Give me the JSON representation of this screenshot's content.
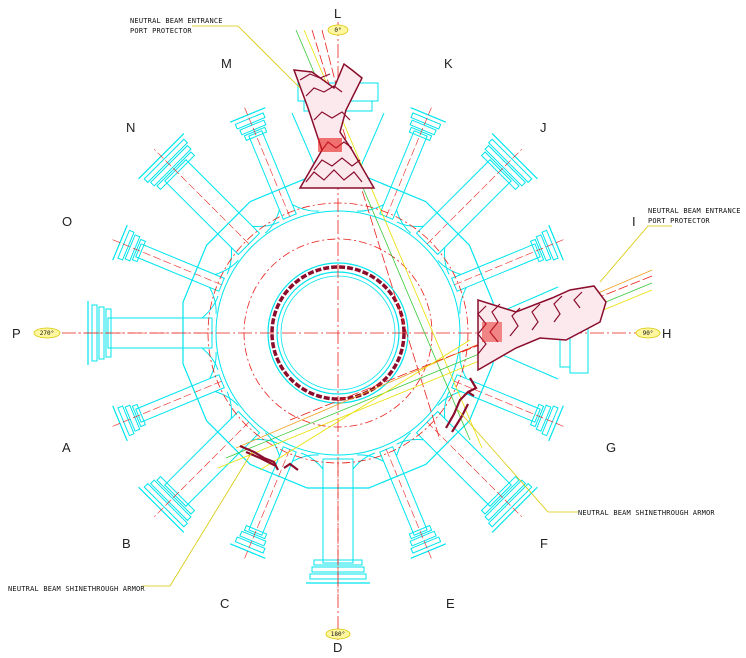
{
  "port_labels": {
    "L": "L",
    "M": "M",
    "K": "K",
    "N": "N",
    "J": "J",
    "O": "O",
    "I": "I",
    "P": "P",
    "H": "H",
    "A": "A",
    "G": "G",
    "B": "B",
    "F": "F",
    "C": "C",
    "E": "E",
    "D": "D"
  },
  "angle_tags": {
    "top": "0°",
    "right": "90°",
    "bottom": "180°",
    "left": "270°"
  },
  "annotations": {
    "top_entrance_line1": "NEUTRAL BEAM ENTRANCE",
    "top_entrance_line2": "PORT PROTECTOR",
    "right_entrance_line1": "NEUTRAL BEAM ENTRANCE",
    "right_entrance_line2": "PORT PROTECTOR",
    "right_shinethrough": "NEUTRAL BEAM SHINETHROUGH ARMOR",
    "left_shinethrough": "NEUTRAL BEAM SHINETHROUGH ARMOR"
  },
  "colors": {
    "structure": "#00e5ee",
    "centerline": "#e8201a",
    "armor": "#8a0d2c",
    "leader": "#d8c800",
    "beam_green": "#38c838",
    "beam_yellow": "#e8e000",
    "beam_orange": "#f0a020",
    "tag_fill": "#fff6a0"
  }
}
